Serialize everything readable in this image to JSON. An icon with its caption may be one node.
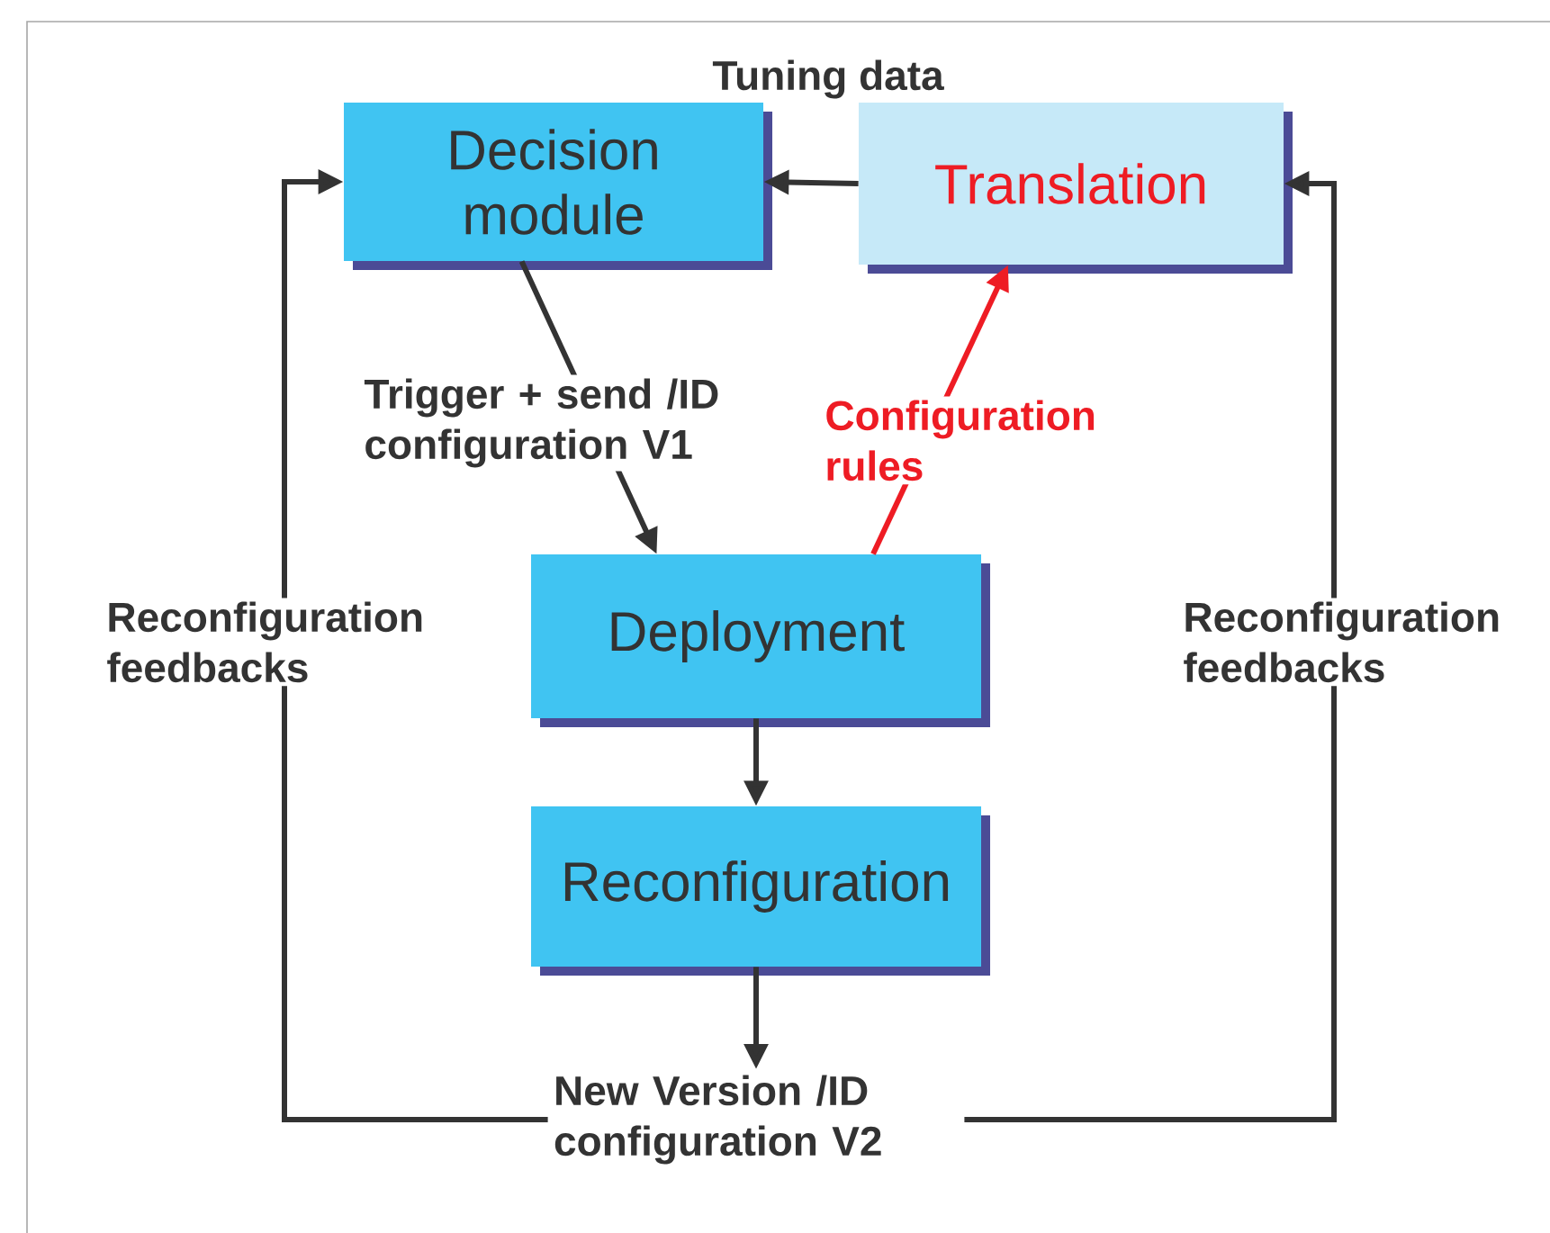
{
  "diagram": {
    "nodes": [
      {
        "text": [
          "Decision module"
        ]
      },
      {
        "text": [
          "Translation"
        ]
      },
      {
        "text": [
          "Deployment"
        ]
      },
      {
        "text": [
          "Reconfiguration"
        ]
      },
      {
        "text": [
          "New Version /ID configuration V2"
        ]
      }
    ],
    "edges": [
      {
        "from": 1,
        "to": 0,
        "arrow": "to",
        "label": "Tuning data"
      },
      {
        "from": 0,
        "to": 2,
        "arrow": "to",
        "label": "Trigger + send /ID configuration V1"
      },
      {
        "from": 2,
        "to": 1,
        "arrow": "to",
        "label": "Configuration rules",
        "color": "#ee1c24"
      },
      {
        "from": 2,
        "to": 3,
        "arrow": "to"
      },
      {
        "from": 3,
        "to": 4,
        "arrow": "to"
      },
      {
        "from": 4,
        "to": 0,
        "arrow": "to",
        "label": "Reconfiguration feedbacks"
      },
      {
        "from": 4,
        "to": 1,
        "arrow": "to",
        "label": "Reconfiguration feedbacks"
      }
    ]
  }
}
